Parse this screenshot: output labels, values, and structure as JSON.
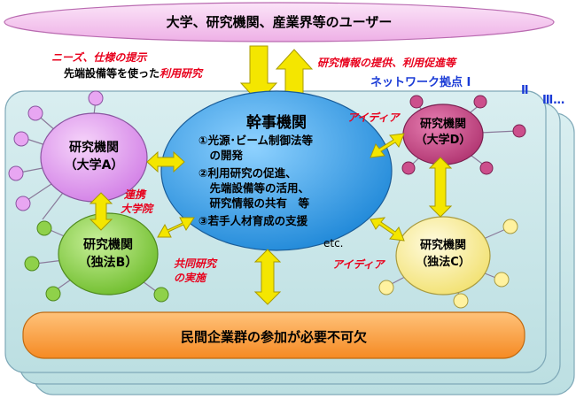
{
  "users": {
    "label": "大学、研究機関、産業界等のユーザー"
  },
  "notes": {
    "needs": "ニーズ、仕様の提示",
    "use_equipment_prefix": "先端設備等を使った",
    "use_equipment_emph": "利用研究",
    "info_provision": "研究情報の提供、利用促進等",
    "idea_top": "アイディア",
    "idea_bottom": "アイディア",
    "collab_line1": "連携",
    "collab_line2": "大学院",
    "joint_line1": "共同研究",
    "joint_line2": "の実施"
  },
  "network": {
    "label": "ネットワーク拠点 Ⅰ",
    "layer2": "Ⅱ",
    "layer3": "Ⅲ…"
  },
  "core": {
    "title": "幹事機関",
    "items": [
      "①光源･ビーム制御法等",
      "　の開発",
      "②利用研究の促進、",
      "　先端設備等の活用、",
      "　研究情報の共有　等",
      "③若手人材育成の支援"
    ],
    "etc": "etc."
  },
  "nodes": {
    "a": {
      "line1": "研究機関",
      "line2": "（大学A）"
    },
    "b": {
      "line1": "研究機関",
      "line2": "（独法B）"
    },
    "c": {
      "line1": "研究機関",
      "line2": "（独法C）"
    },
    "d": {
      "line1": "研究機関",
      "line2": "（大学D）"
    }
  },
  "industry": {
    "label": "民間企業群の参加が必要不可欠"
  },
  "colors": {
    "users_fill": "#f4c8f0",
    "network_fill": "#cfe8ea",
    "core_fill": "#3ba3e6",
    "node_a": "#e8a6f2",
    "node_b": "#8fd14a",
    "node_c": "#fff2a0",
    "node_d": "#cc4f8c",
    "industry": "#f99a3a",
    "arrow": "#f4e600",
    "red_text": "#e8001c",
    "blue_text": "#1a3bd6"
  }
}
